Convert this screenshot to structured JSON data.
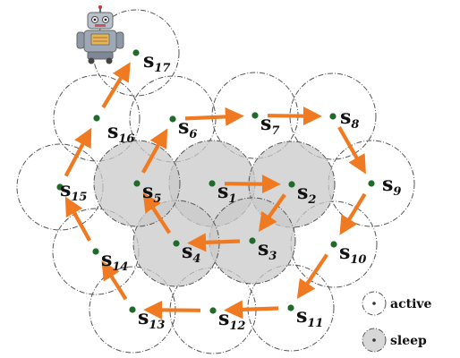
{
  "diagram": {
    "nodes": [
      {
        "id": "s1",
        "base": "s",
        "sub": "1",
        "state": "sleep"
      },
      {
        "id": "s2",
        "base": "s",
        "sub": "2",
        "state": "sleep"
      },
      {
        "id": "s3",
        "base": "s",
        "sub": "3",
        "state": "sleep"
      },
      {
        "id": "s4",
        "base": "s",
        "sub": "4",
        "state": "sleep"
      },
      {
        "id": "s5",
        "base": "s",
        "sub": "5",
        "state": "sleep"
      },
      {
        "id": "s6",
        "base": "s",
        "sub": "6",
        "state": "active"
      },
      {
        "id": "s7",
        "base": "s",
        "sub": "7",
        "state": "active"
      },
      {
        "id": "s8",
        "base": "s",
        "sub": "8",
        "state": "active"
      },
      {
        "id": "s9",
        "base": "s",
        "sub": "9",
        "state": "active"
      },
      {
        "id": "s10",
        "base": "s",
        "sub": "10",
        "state": "active"
      },
      {
        "id": "s11",
        "base": "s",
        "sub": "11",
        "state": "active"
      },
      {
        "id": "s12",
        "base": "s",
        "sub": "12",
        "state": "active"
      },
      {
        "id": "s13",
        "base": "s",
        "sub": "13",
        "state": "active"
      },
      {
        "id": "s14",
        "base": "s",
        "sub": "14",
        "state": "active"
      },
      {
        "id": "s15",
        "base": "s",
        "sub": "15",
        "state": "active"
      },
      {
        "id": "s16",
        "base": "s",
        "sub": "16",
        "state": "active"
      },
      {
        "id": "s17",
        "base": "s",
        "sub": "17",
        "state": "active"
      }
    ],
    "path": [
      "s1",
      "s2",
      "s3",
      "s4",
      "s5",
      "s6",
      "s7",
      "s8",
      "s9",
      "s10",
      "s11",
      "s12",
      "s13",
      "s14",
      "s15",
      "s16",
      "s17"
    ],
    "legend": {
      "active_label": "active",
      "sleep_label": "sleep"
    },
    "robot_icon": "robot-icon",
    "colors": {
      "arrow": "#f07a22",
      "node": "#1f6b2a",
      "sleep_fill": "#c9c9c9",
      "circle_stroke": "#555555"
    }
  }
}
